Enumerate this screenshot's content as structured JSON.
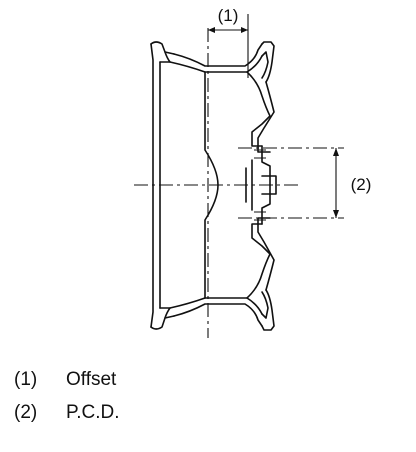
{
  "diagram": {
    "callouts": [
      {
        "id": "offset",
        "text": "(1)"
      },
      {
        "id": "pcd",
        "text": "(2)"
      }
    ],
    "legend": [
      {
        "marker": "(1)",
        "label": "Offset"
      },
      {
        "marker": "(2)",
        "label": "P.C.D."
      }
    ],
    "line_color": "#111111",
    "background": "#ffffff"
  }
}
